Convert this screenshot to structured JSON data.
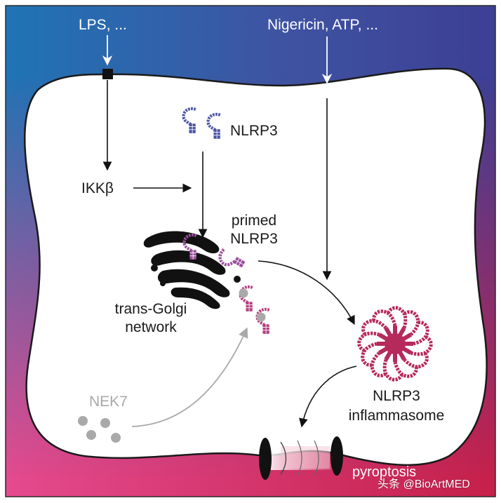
{
  "stimuli": {
    "lps": "LPS, ...",
    "nigericin": "Nigericin, ATP, ..."
  },
  "labels": {
    "nlrp3": "NLRP3",
    "ikkb": "IKKβ",
    "primed_line1": "primed",
    "primed_line2": "NLRP3",
    "golgi_line1": "trans-Golgi",
    "golgi_line2": "network",
    "nek7": "NEK7",
    "inflammasome_line1": "NLRP3",
    "inflammasome_line2": "inflammasome",
    "pyroptosis": "pyroptosis"
  },
  "watermark": "头条 @BioArtMED",
  "colors": {
    "bg_top_left": "#1f74b5",
    "bg_top_right": "#3d3f94",
    "bg_bottom_left": "#e44a8e",
    "bg_bottom_right": "#c5204a",
    "nlrp3_blue": "#4a55a6",
    "primed_purple": "#9b4f9e",
    "primed_pink": "#b5407e",
    "inflammasome": "#b62a5b",
    "nek7_gray": "#a9a9a9"
  }
}
